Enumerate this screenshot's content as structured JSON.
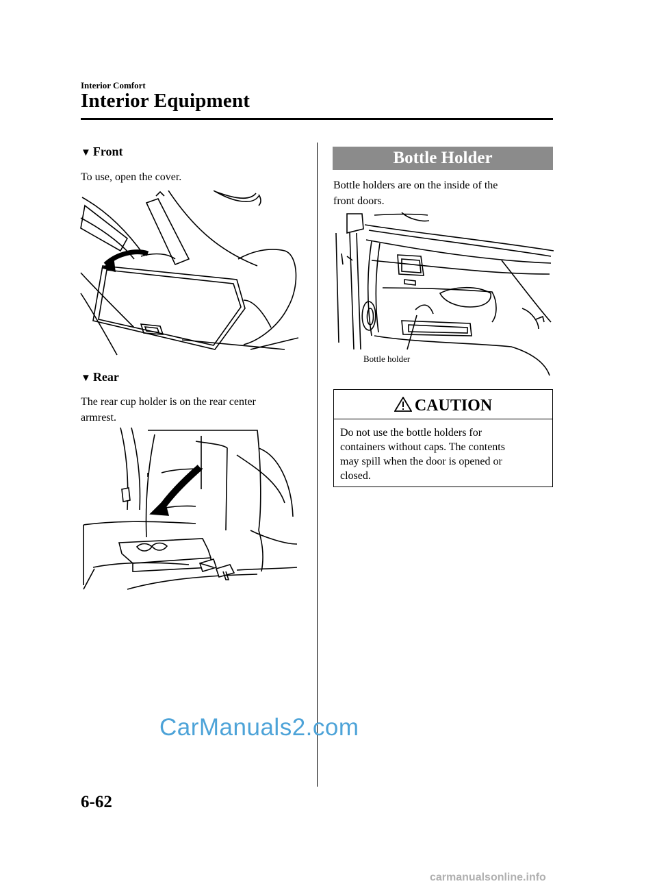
{
  "header": {
    "section": "Interior Comfort",
    "title": "Interior Equipment"
  },
  "left": {
    "front": {
      "heading": "Front",
      "text": "To use, open the cover."
    },
    "rear": {
      "heading": "Rear",
      "text_line1": "The rear cup holder is on the rear center",
      "text_line2": "armrest."
    }
  },
  "right": {
    "banner": "Bottle Holder",
    "text_line1": "Bottle holders are on the inside of the",
    "text_line2": "front doors.",
    "figure_label": "Bottle holder",
    "caution": {
      "title": "CAUTION",
      "lines": [
        "Do not use the bottle holders for",
        "containers without caps. The contents",
        "may spill when the door is opened or",
        "closed."
      ]
    }
  },
  "footer": {
    "page_number": "6-62",
    "watermark_logo": "CarManuals2.com",
    "watermark_site": "carmanualsonline.info"
  },
  "icons": {
    "subhead_marker": "triangle-down-icon",
    "caution": "warning-triangle-icon"
  }
}
